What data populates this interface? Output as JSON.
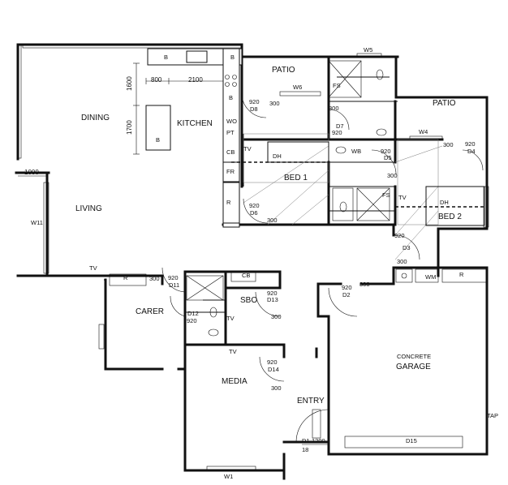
{
  "rooms": {
    "dining": "DINING",
    "kitchen": "KITCHEN",
    "living": "LIVING",
    "patio_top": "PATIO",
    "patio_right": "PATIO",
    "bed1": "BED 1",
    "bed2": "BED 2",
    "carer": "CARER",
    "media": "MEDIA",
    "sbo": "SBO",
    "entry": "ENTRY",
    "garage_line1": "CONCRETE",
    "garage_line2": "GARAGE"
  },
  "dimensions": {
    "d800": "800",
    "d2100": "2100",
    "d1600": "1600",
    "d1700": "1700",
    "d1000": "1000",
    "d1200": "1200",
    "d18": "18"
  },
  "windows": {
    "w1": "W1",
    "w4": "W4",
    "w5": "W5",
    "w6": "W6",
    "w11": "W11"
  },
  "doors": {
    "d1": "D1",
    "d2": "D2",
    "d3": "D3",
    "d4": "D4",
    "d5": "D5",
    "d6": "D6",
    "d7": "D7",
    "d8": "D8",
    "d11": "D11",
    "d12": "D12",
    "d13": "D13",
    "d14": "D14",
    "d15": "D15"
  },
  "widths": {
    "w920": "920",
    "w300": "300"
  },
  "fixtures": {
    "b": "B",
    "wo": "WO",
    "pt": "PT",
    "cb": "CB",
    "fr": "FR",
    "r": "R",
    "tv": "TV",
    "dh": "DH",
    "wb": "WB",
    "fs": "FS",
    "wm": "WM",
    "tap": "TAP"
  }
}
